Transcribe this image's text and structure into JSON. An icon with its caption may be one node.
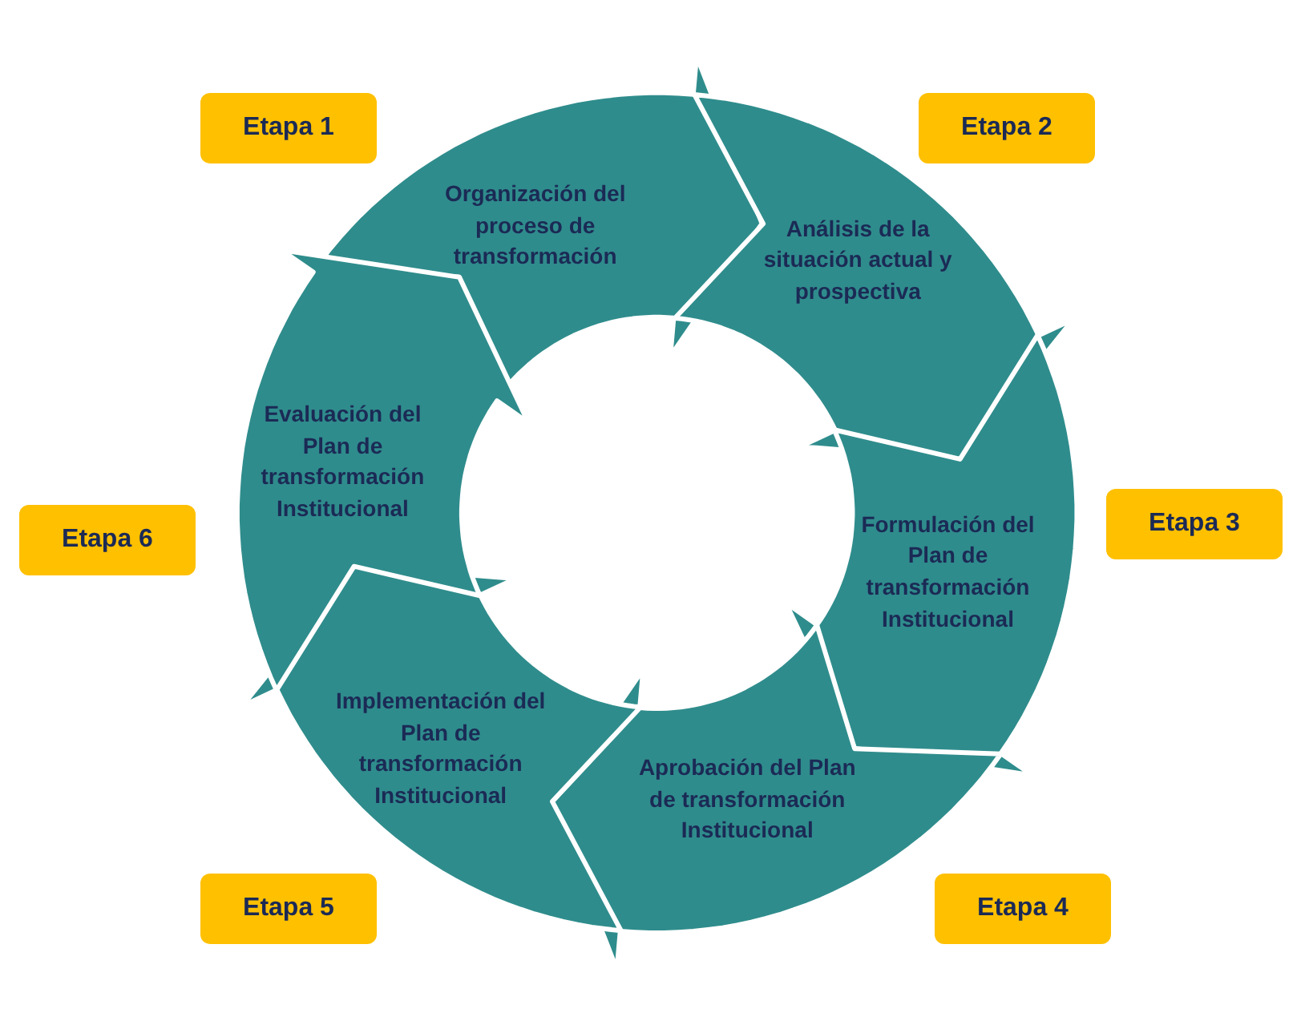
{
  "diagram": {
    "nodes": [
      {
        "text": [
          "Organización del proceso de transformación"
        ]
      },
      {
        "text": [
          "Análisis de la situación actual y prospectiva"
        ]
      },
      {
        "text": [
          "Formulación del Plan de transformación Institucional"
        ]
      },
      {
        "text": [
          "Aprobación del Plan de transformación Institucional"
        ]
      },
      {
        "text": [
          "Implementación del Plan de transformación Institucional"
        ]
      },
      {
        "text": [
          "Evaluación del Plan de transformación Institucional"
        ]
      },
      {
        "text": [
          "Etapa 1"
        ]
      },
      {
        "text": [
          "Etapa 2"
        ]
      },
      {
        "text": [
          "Etapa 3"
        ]
      },
      {
        "text": [
          "Etapa 4"
        ]
      },
      {
        "text": [
          "Etapa 5"
        ]
      },
      {
        "text": [
          "Etapa 6"
        ]
      }
    ]
  }
}
